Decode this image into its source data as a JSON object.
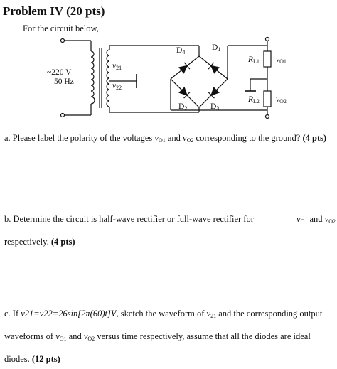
{
  "title": "Problem IV (20 pts)",
  "intro": "For the circuit below,",
  "circuit": {
    "source_voltage": "~220 V",
    "source_freq": "50 Hz",
    "v21": "v",
    "v21_sub": "21",
    "v22": "v",
    "v22_sub": "22",
    "d1": "D",
    "d1_sub": "1",
    "d2": "D",
    "d2_sub": "2",
    "d3": "D",
    "d3_sub": "3",
    "d4": "D",
    "d4_sub": "4",
    "rl1": "R",
    "rl1_sub": "L1",
    "rl2": "R",
    "rl2_sub": "L2",
    "vo1": "v",
    "vo1_sub": "O1",
    "vo2": "v",
    "vo2_sub": "O2"
  },
  "qa": {
    "pre": "a. Please label the polarity of the voltages ",
    "v1": "v",
    "v1_sub": "O1",
    "mid": " and ",
    "v2": "v",
    "v2_sub": "O2",
    "post": " corresponding to the ground? ",
    "pts": "(4 pts)"
  },
  "qb": {
    "w1": "b. Determine the circuit is half-wave rectifier or full-wave rectifier for ",
    "v1": "v",
    "v1_sub": "O1",
    "mid": " and ",
    "v2": "v",
    "v2_sub": "O2",
    "line2": "respectively. ",
    "pts": "(4 pts)"
  },
  "qc": {
    "pre": "c. If ",
    "formula": "v21=v22=26sin[2π(60)t]V",
    "mid1": ", sketch the waveform of ",
    "v21": "v",
    "v21_sub": "21",
    "post1": " and the corresponding output",
    "line2_a": "waveforms of ",
    "v1": "v",
    "v1_sub": "O1",
    "and": " and ",
    "v2": "v",
    "v2_sub": "O2",
    "line2_b": " versus time respectively, assume that all the diodes are ideal",
    "line3": "diodes. ",
    "pts": "(12 pts)"
  }
}
